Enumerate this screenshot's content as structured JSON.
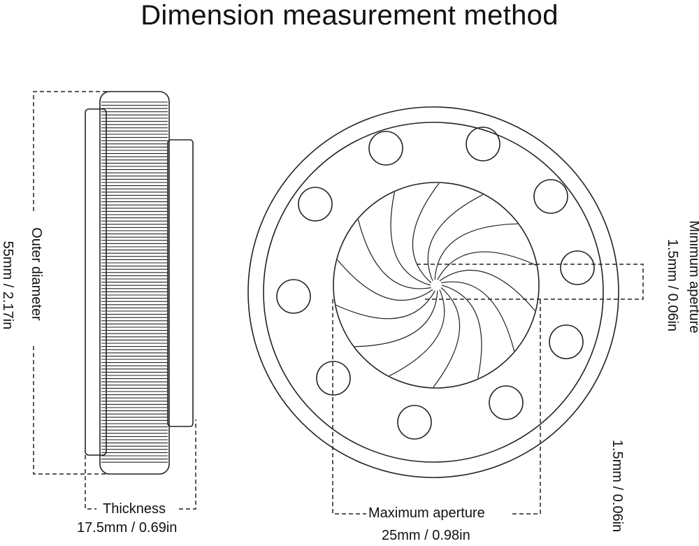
{
  "title": "Dimension measurement method",
  "labels": {
    "outer_diameter": "Outer diameter",
    "outer_diameter_value": "55mm / 2.17in",
    "thickness": "Thickness",
    "thickness_value": "17.5mm / 0.69in",
    "maximum_aperture": "Maximum aperture",
    "maximum_aperture_value": "25mm / 0.98in",
    "minimum_aperture": "Minimum aperture",
    "minimum_aperture_value": "1.5mm / 0.06in",
    "minimum_aperture_value_2": "1.5mm / 0.06in"
  },
  "colors": {
    "line": "#222222",
    "background": "#ffffff"
  }
}
